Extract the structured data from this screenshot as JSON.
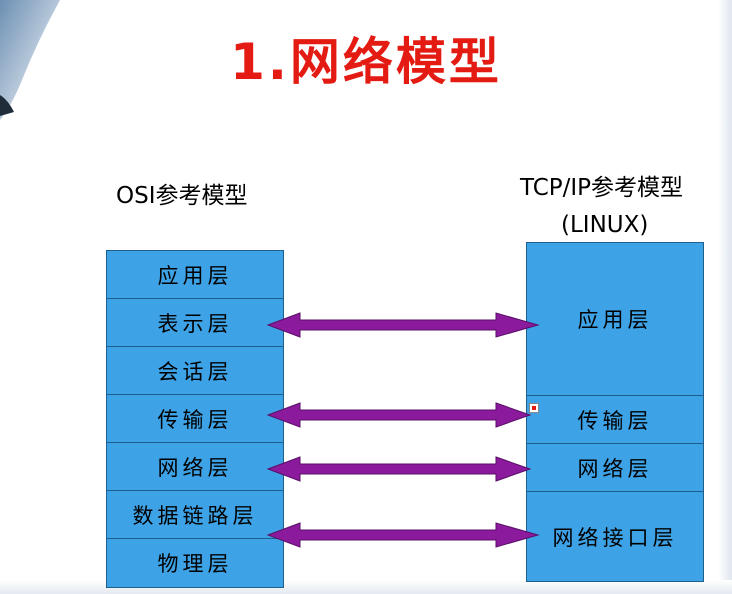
{
  "title": "1.网络模型",
  "osi": {
    "heading": "OSI参考模型",
    "layers": [
      "应用层",
      "表示层",
      "会话层",
      "传输层",
      "网络层",
      "数据链路层",
      "物理层"
    ]
  },
  "tcpip": {
    "heading_line1": "TCP/IP参考模型",
    "heading_line2": "(LINUX)",
    "layers": [
      "应用层",
      "传输层",
      "网络层",
      "网络接口层"
    ]
  },
  "colors": {
    "title": "#e31b12",
    "box_fill": "#3ea2e6",
    "box_border": "#1f5f8d",
    "arrow": "#8b1a9c"
  }
}
